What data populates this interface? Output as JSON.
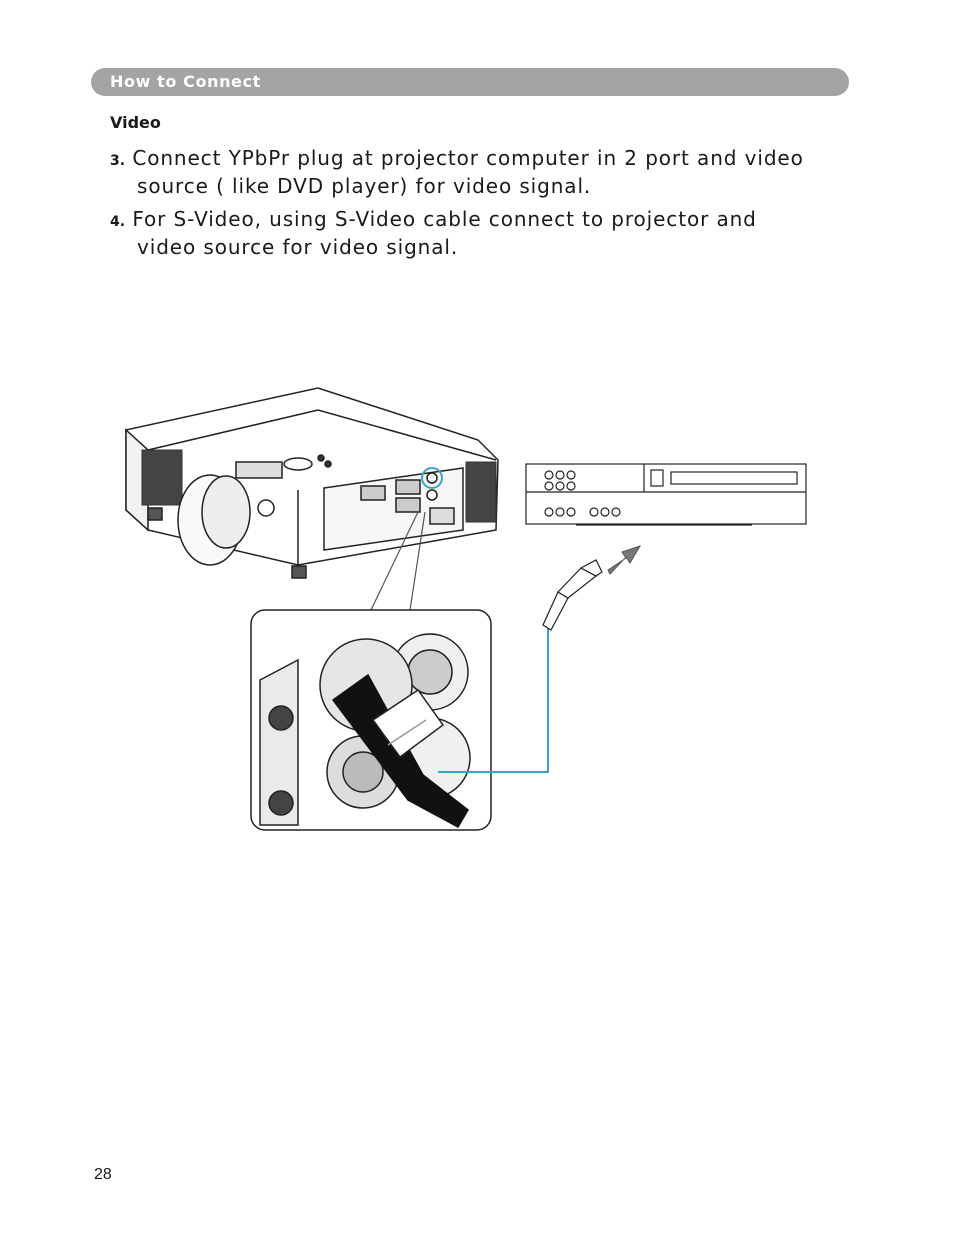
{
  "section": {
    "title": "How to Connect"
  },
  "subheading": "Video",
  "steps": [
    {
      "number": "3.",
      "line1": "Connect YPbPr plug at projector computer in 2 port and video",
      "line2": "source ( like DVD player) for video signal."
    },
    {
      "number": "4.",
      "line1": "For S-Video, using S-Video cable connect to projector and",
      "line2": "video source for video signal."
    }
  ],
  "page_number": "28",
  "colors": {
    "section_bar": "#a4a4a4",
    "cable_line": "#3ba5c5",
    "highlight_ring": "#3ba5c5"
  },
  "icons": {
    "figure": "projector-svideo-connection-illustration",
    "arrow": "insert-arrow-icon"
  }
}
